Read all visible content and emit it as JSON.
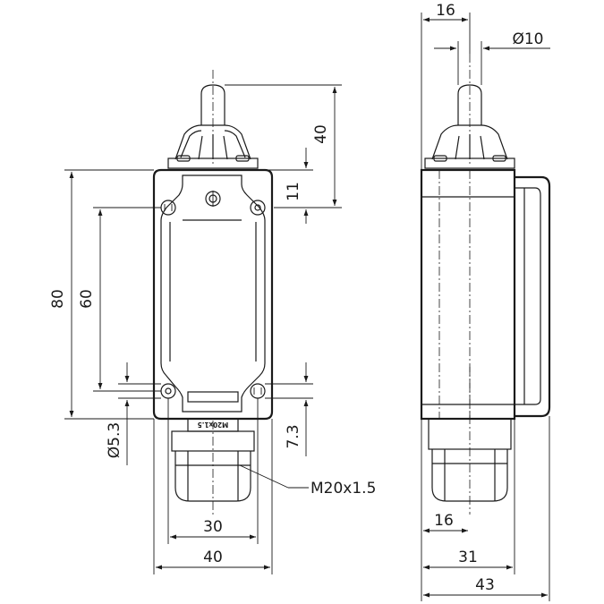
{
  "drawing": {
    "front_view": {
      "dim_height_total": "80",
      "dim_hole_spacing_vertical": "60",
      "dim_hole_diameter": "Ø5.3",
      "dim_actuator_height": "40",
      "dim_top_offset": "11",
      "dim_bottom_offset": "7.3",
      "dim_hole_spacing_horizontal": "30",
      "dim_width_total": "40",
      "thread_label": "M20x1.5",
      "cable_gland_marking": "M20x1.5"
    },
    "side_view": {
      "dim_actuator_offset": "16",
      "dim_actuator_diameter": "Ø10",
      "dim_gland_offset": "16",
      "dim_body_depth": "31",
      "dim_total_depth": "43"
    }
  }
}
